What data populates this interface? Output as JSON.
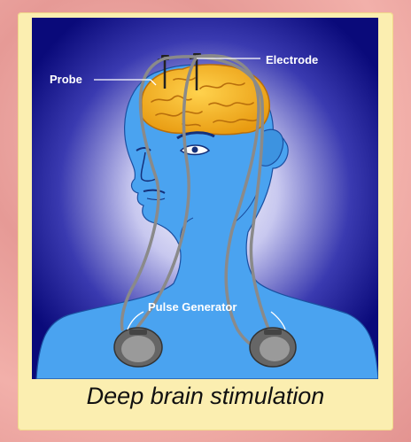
{
  "labels": {
    "probe": "Probe",
    "electrode": "Electrode",
    "pulse_generator": "Pulse Generator"
  },
  "caption": "Deep brain stimulation",
  "colors": {
    "panel_dark": "#0a0a7a",
    "panel_glow": "#ffffff",
    "skin": "#4aa3f0",
    "brain": "#f2b01c",
    "wire": "#7a7a7a",
    "frame": "#fbeeb0"
  }
}
